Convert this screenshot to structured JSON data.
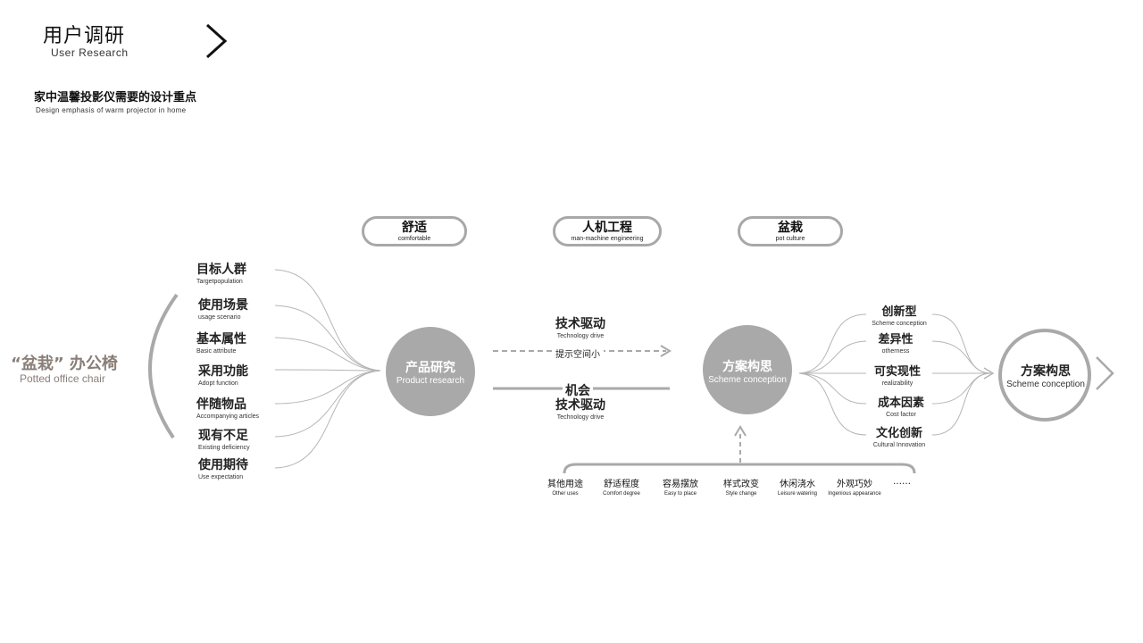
{
  "header": {
    "title": "用户调研",
    "subtitle": "User  Research",
    "heading": "家中温馨投影仪需要的设计重点",
    "heading_en": "Design  emphasis  of warm  projector in home"
  },
  "subject": {
    "cn": "“盆栽”  办公椅",
    "en": "Potted office chair"
  },
  "top_pills": [
    {
      "cn": "舒适",
      "en": "comfortable"
    },
    {
      "cn": "人机工程",
      "en": "man-machine engineering"
    },
    {
      "cn": "盆栽",
      "en": "pot culture"
    }
  ],
  "left_items": [
    {
      "cn": "目标人群",
      "en": "Targetpopulation"
    },
    {
      "cn": "使用场景",
      "en": "usage scenario"
    },
    {
      "cn": "基本属性",
      "en": "Basic attribute"
    },
    {
      "cn": "采用功能",
      "en": "Adopt function"
    },
    {
      "cn": "伴随物品",
      "en": "Accompanying   articles"
    },
    {
      "cn": "现有不足",
      "en": "Existing  deficiency"
    },
    {
      "cn": "使用期待",
      "en": "Use expectation"
    }
  ],
  "product_circle": {
    "cn": "产品研究",
    "en": "Product research"
  },
  "middle": {
    "top_cn": "技术驱动",
    "top_en": "Technology drive",
    "dashed_label": "提示空间小",
    "bottom_cn1": "机会",
    "bottom_cn2": "技术驱动",
    "bottom_en": "Technology  drive"
  },
  "scheme_circle": {
    "cn": "方案构思",
    "en": "Scheme conception"
  },
  "right_items": [
    {
      "cn": "创新型",
      "en": "Scheme   conception"
    },
    {
      "cn": "差异性",
      "en": "otherness"
    },
    {
      "cn": "可实现性",
      "en": "realizability"
    },
    {
      "cn": "成本因素",
      "en": "Cost factor"
    },
    {
      "cn": "文化创新",
      "en": "Cultural  Innovation"
    }
  ],
  "final_circle": {
    "cn": "方案构思",
    "en": "Scheme conception"
  },
  "bottom_items": [
    {
      "cn": "其他用途",
      "en": "Other uses"
    },
    {
      "cn": "舒适程度",
      "en": "Comfort degree"
    },
    {
      "cn": "容易摆放",
      "en": "Easy to place"
    },
    {
      "cn": "样式改变",
      "en": "Style change"
    },
    {
      "cn": "休闲浇水",
      "en": "Leisure watering"
    },
    {
      "cn": "外观巧妙",
      "en": "Ingenious appearance"
    },
    {
      "cn": "……",
      "en": ""
    }
  ],
  "colors": {
    "accent_gray": "#a9a9aa",
    "line_gray": "#b5b5b5",
    "subject_brown": "#8a7f78"
  }
}
